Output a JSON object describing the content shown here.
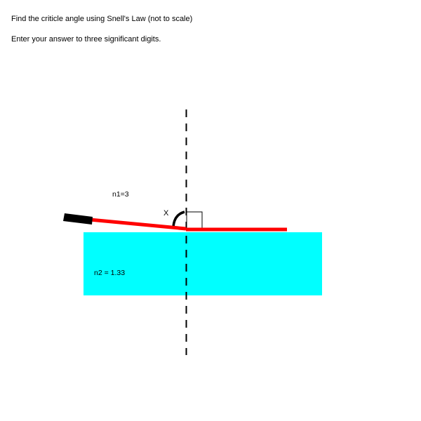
{
  "question": {
    "title": "Find the criticle angle using Snell's Law (not to scale)",
    "instruction": "Enter your answer to three significant digits."
  },
  "diagram": {
    "medium_1": {
      "label": "n1=3",
      "refractive_index": 3
    },
    "medium_2": {
      "label": "n2 = 1.33",
      "refractive_index": 1.33,
      "color": "#00ffff"
    },
    "angle_label": "X",
    "ray_color": "#ff0000",
    "light_source_color": "#000000",
    "normal_style": "dashed"
  }
}
